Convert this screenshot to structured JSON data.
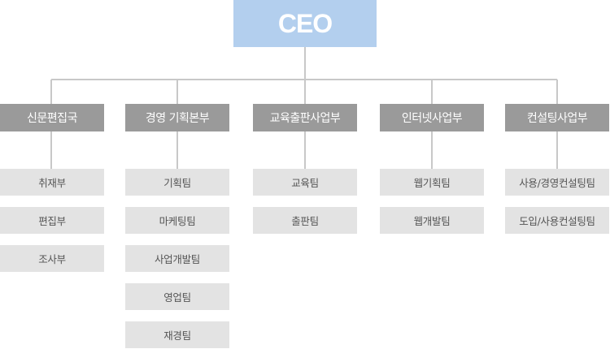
{
  "ceo": {
    "label": "CEO"
  },
  "divisions": [
    {
      "name": "신문편집국",
      "teams": [
        "취재부",
        "편집부",
        "조사부"
      ]
    },
    {
      "name": "경영 기획본부",
      "teams": [
        "기획팀",
        "마케팅팀",
        "사업개발팀",
        "영업팀",
        "재경팀"
      ]
    },
    {
      "name": "교육출판사업부",
      "teams": [
        "교육팀",
        "출판팀"
      ]
    },
    {
      "name": "인터넷사업부",
      "teams": [
        "웹기획팀",
        "웹개발팀"
      ]
    },
    {
      "name": "컨설팅사업부",
      "teams": [
        "사용/경영컨설팅팀",
        "도입/사용컨설팅팀"
      ]
    }
  ],
  "colors": {
    "ceo_bg": "#b3cfee",
    "division_bg": "#9a9a9a",
    "team_bg": "#e3e3e3",
    "connector": "#c8c8c8"
  }
}
